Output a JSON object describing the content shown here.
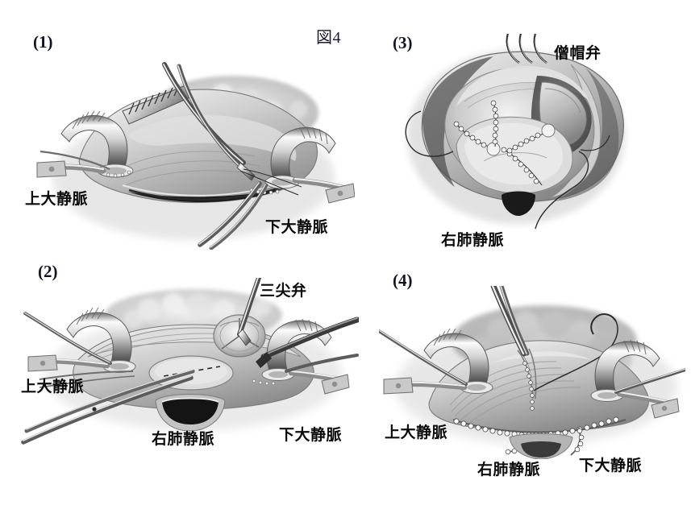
{
  "figure": {
    "title": "図4",
    "background_color": "#ffffff",
    "style": "grayscale medical surgical illustration",
    "panel_count": 4
  },
  "panels": [
    {
      "number": "(1)",
      "labels": [
        {
          "text": "上大静脈",
          "meaning": "superior vena cava"
        },
        {
          "text": "下大静脈",
          "meaning": "inferior vena cava"
        }
      ]
    },
    {
      "number": "(2)",
      "labels": [
        {
          "text": "三尖弁",
          "meaning": "tricuspid valve"
        },
        {
          "text": "上大静脈",
          "meaning": "superior vena cava"
        },
        {
          "text": "右肺静脈",
          "meaning": "right pulmonary vein"
        },
        {
          "text": "下大静脈",
          "meaning": "inferior vena cava"
        }
      ]
    },
    {
      "number": "(3)",
      "labels": [
        {
          "text": "僧帽弁",
          "meaning": "mitral valve"
        },
        {
          "text": "右肺静脈",
          "meaning": "right pulmonary vein"
        }
      ]
    },
    {
      "number": "(4)",
      "labels": [
        {
          "text": "上大静脈",
          "meaning": "superior vena cava"
        },
        {
          "text": "右肺静脈",
          "meaning": "right pulmonary vein"
        },
        {
          "text": "下大静脈",
          "meaning": "inferior vena cava"
        }
      ]
    }
  ],
  "text": {
    "figure_title": "図4",
    "p1_num": "(1)",
    "p2_num": "(2)",
    "p3_num": "(3)",
    "p4_num": "(4)",
    "p1_svc": "上大静脈",
    "p1_ivc": "下大静脈",
    "p2_tricuspid": "三尖弁",
    "p2_svc": "上大静脈",
    "p2_rpv": "右肺静脈",
    "p2_ivc": "下大静脈",
    "p3_mitral": "僧帽弁",
    "p3_rpv": "右肺静脈",
    "p4_svc": "上大静脈",
    "p4_rpv": "右肺静脈",
    "p4_ivc": "下大静脈"
  },
  "colors": {
    "background": "#ffffff",
    "label_text": "#0b0b0b",
    "panel_number": "#141428",
    "title": "#1a1a2e",
    "tissue_light": "#d9d9d9",
    "tissue_mid": "#9a9a9a",
    "tissue_dark": "#4a4a4a",
    "metal_highlight": "#f2f2f2",
    "metal_shadow": "#3c3c3c",
    "suture": "#222222"
  }
}
